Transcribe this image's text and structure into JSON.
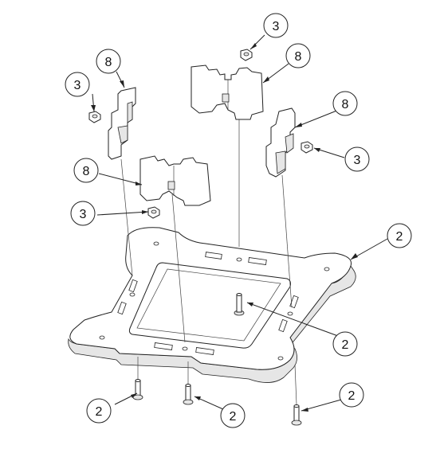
{
  "callouts": {
    "nut_top": "3",
    "block_top": "8",
    "block_left_upper": "8",
    "nut_left_upper": "3",
    "block_right": "8",
    "nut_right": "3",
    "block_left_lower": "8",
    "nut_left_lower": "3",
    "plate": "2",
    "pin_center": "2",
    "pin_bottom_left": "2",
    "pin_bottom_center": "2",
    "pin_bottom_right": "2"
  }
}
